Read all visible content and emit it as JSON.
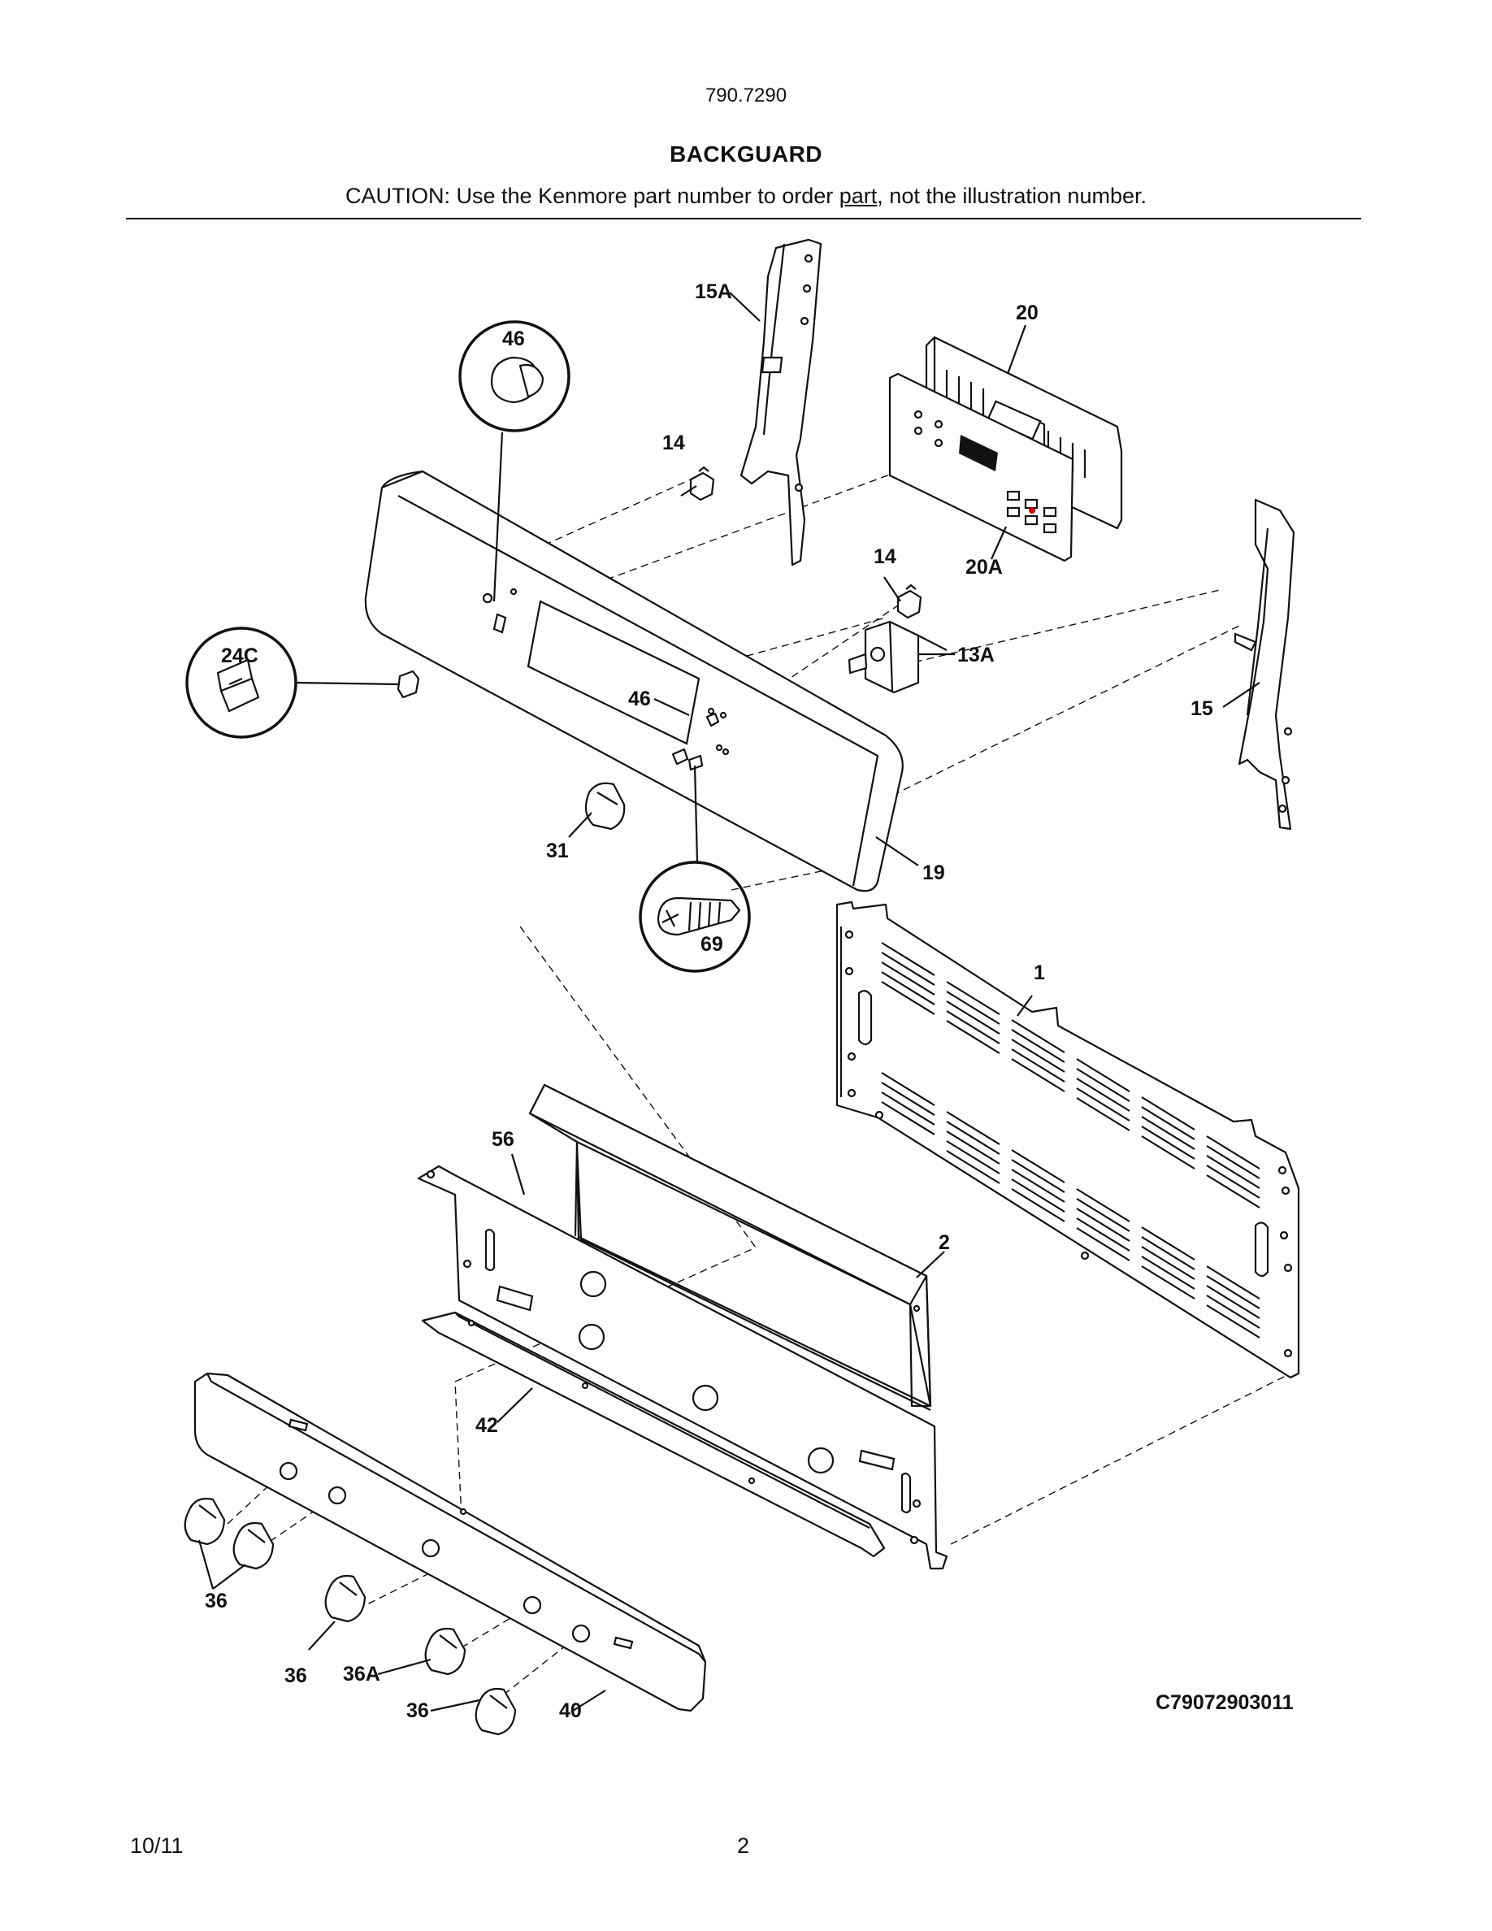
{
  "header": {
    "model_number": "790.7290",
    "section_title": "BACKGUARD",
    "caution_prefix": "CAUTION: Use the Kenmore part number to order ",
    "caution_underlined": "part",
    "caution_suffix": ", not the illustration number."
  },
  "diagram": {
    "callouts": {
      "c1": "1",
      "c2": "2",
      "c13a": "13A",
      "c14_upper": "14",
      "c14_lower": "14",
      "c15": "15",
      "c15a": "15A",
      "c19": "19",
      "c20": "20",
      "c20a": "20A",
      "c24c": "24C",
      "c31": "31",
      "c36_a": "36",
      "c36_b": "36",
      "c36_c": "36",
      "c36a": "36A",
      "c40": "40",
      "c42": "42",
      "c46_circle": "46",
      "c46": "46",
      "c56": "56",
      "c69": "69"
    },
    "illustration_code": "C79072903011"
  },
  "footer": {
    "date": "10/11",
    "page_number": "2"
  }
}
